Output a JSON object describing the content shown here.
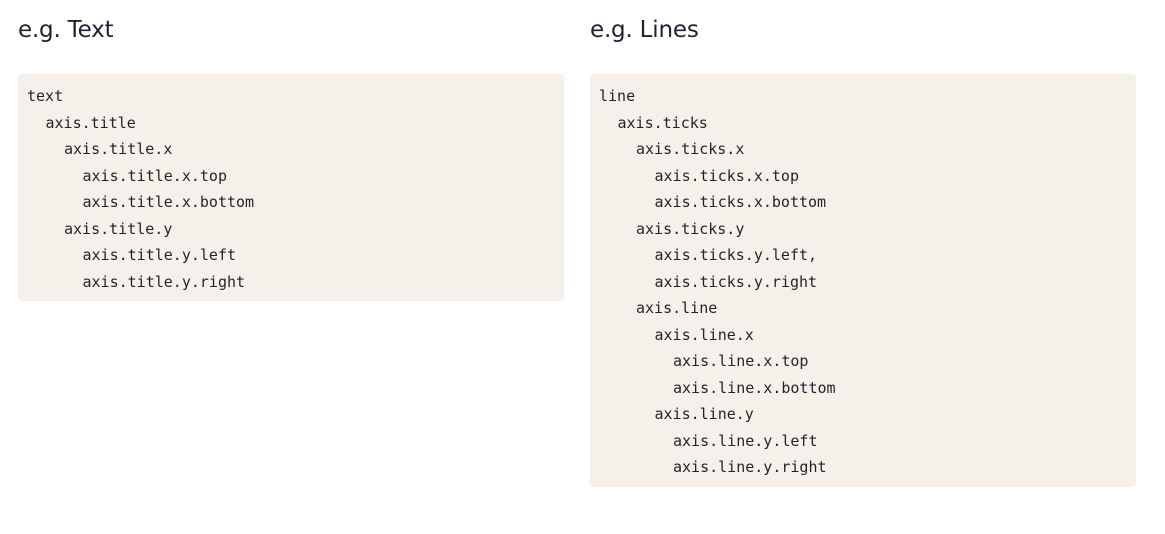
{
  "sections": [
    {
      "title": "e.g. Text",
      "lines": [
        {
          "text": "text",
          "level": 0
        },
        {
          "text": "axis.title",
          "level": 1
        },
        {
          "text": "axis.title.x",
          "level": 2
        },
        {
          "text": "axis.title.x.top",
          "level": 3
        },
        {
          "text": "axis.title.x.bottom",
          "level": 3
        },
        {
          "text": "axis.title.y",
          "level": 2
        },
        {
          "text": "axis.title.y.left",
          "level": 3
        },
        {
          "text": "axis.title.y.right",
          "level": 3
        }
      ]
    },
    {
      "title": "e.g. Lines",
      "lines": [
        {
          "text": "line",
          "level": 0
        },
        {
          "text": "axis.ticks",
          "level": 1
        },
        {
          "text": "axis.ticks.x",
          "level": 2
        },
        {
          "text": "axis.ticks.x.top",
          "level": 3
        },
        {
          "text": "axis.ticks.x.bottom",
          "level": 3
        },
        {
          "text": "axis.ticks.y",
          "level": 2
        },
        {
          "text": "axis.ticks.y.left,",
          "level": 3
        },
        {
          "text": "axis.ticks.y.right",
          "level": 3
        },
        {
          "text": "axis.line",
          "level": 2
        },
        {
          "text": "axis.line.x",
          "level": 3
        },
        {
          "text": "axis.line.x.top",
          "level": 4
        },
        {
          "text": "axis.line.x.bottom",
          "level": 4
        },
        {
          "text": "axis.line.y",
          "level": 3
        },
        {
          "text": "axis.line.y.left",
          "level": 4
        },
        {
          "text": "axis.line.y.right",
          "level": 4
        }
      ]
    }
  ]
}
